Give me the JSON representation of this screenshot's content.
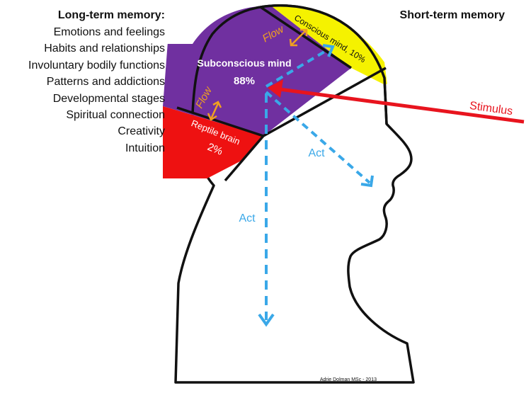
{
  "long_term": {
    "heading": "Long-term memory:",
    "items": [
      "Emotions and feelings",
      "Habits and relationships",
      "Involuntary bodily functions",
      "Patterns and addictions",
      "Developmental stages",
      "Spiritual connection",
      "Creativity",
      "Intuition"
    ]
  },
  "short_term": {
    "heading": "Short-term memory"
  },
  "regions": {
    "conscious": {
      "label": "Conscious mind, 10%",
      "color": "#f5f200"
    },
    "subconscious": {
      "label": "Subconscious mind",
      "percent": "88%",
      "color": "#7030a0"
    },
    "reptile": {
      "label": "Reptile brain",
      "percent": "2%",
      "color": "#ee1111"
    }
  },
  "arrows": {
    "flow_top": "Flow",
    "flow_left": "Flow",
    "stimulus": "Stimulus",
    "act_right": "Act",
    "act_down": "Act"
  },
  "colors": {
    "flow": "#f0a020",
    "stimulus": "#e8141e",
    "act": "#3aa8e8",
    "outline": "#111111"
  },
  "credit": "Adrie Dolman MSc - 2013"
}
